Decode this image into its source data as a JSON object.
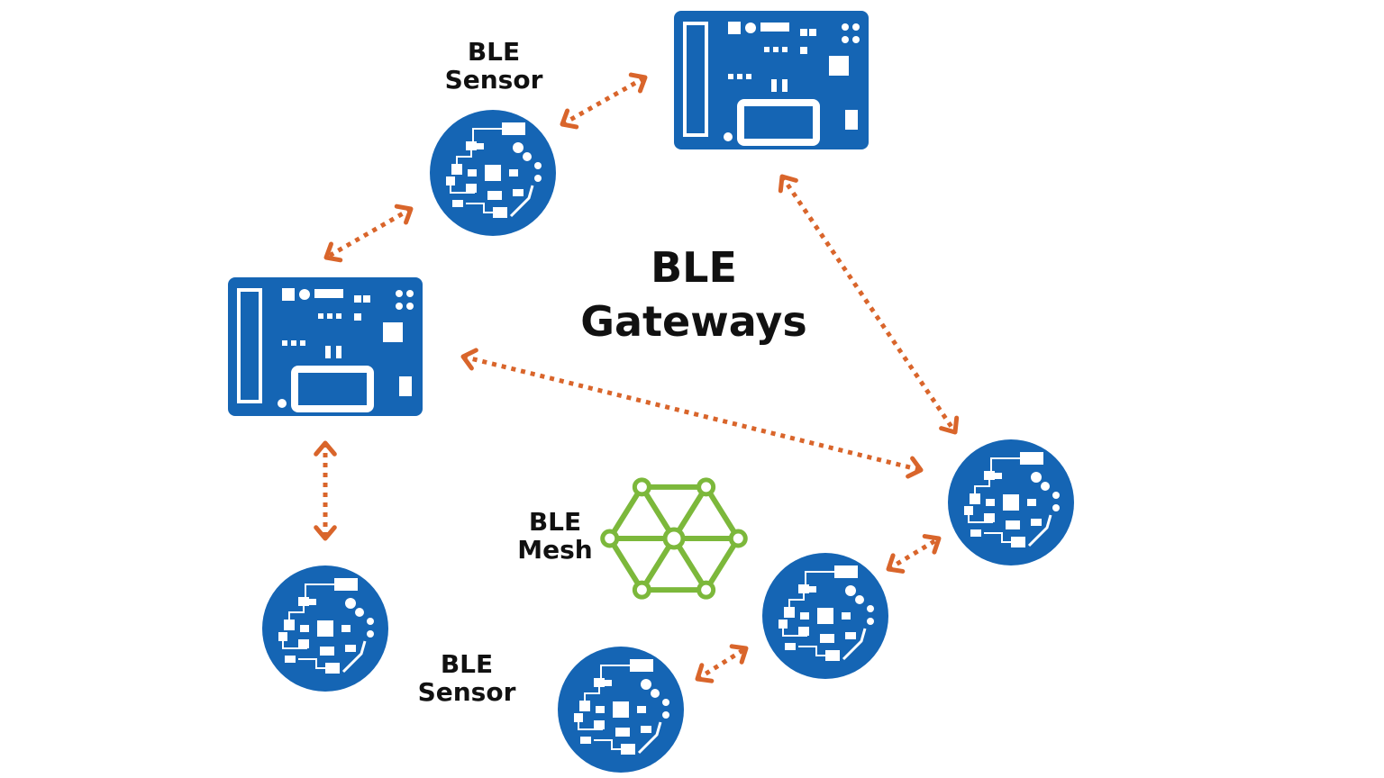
{
  "title": {
    "line1": "BLE",
    "line2": "Gateways"
  },
  "labels": {
    "sensor_top": {
      "line1": "BLE",
      "line2": "Sensor"
    },
    "sensor_bottom": {
      "line1": "BLE",
      "line2": "Sensor"
    },
    "mesh": {
      "line1": "BLE",
      "line2": "Mesh"
    }
  },
  "colors": {
    "board": "#1565b4",
    "arrow": "#d9652b",
    "mesh": "#7cb83b",
    "text": "#111111"
  },
  "nodes": [
    {
      "id": "gateway-top",
      "type": "gateway"
    },
    {
      "id": "gateway-left",
      "type": "gateway"
    },
    {
      "id": "sensor-top",
      "type": "sensor"
    },
    {
      "id": "sensor-right",
      "type": "sensor"
    },
    {
      "id": "sensor-mid",
      "type": "sensor"
    },
    {
      "id": "sensor-bottom",
      "type": "sensor"
    },
    {
      "id": "sensor-left",
      "type": "sensor"
    }
  ],
  "links": [
    {
      "from": "sensor-top",
      "to": "gateway-top"
    },
    {
      "from": "sensor-top",
      "to": "gateway-left"
    },
    {
      "from": "gateway-top",
      "to": "sensor-right"
    },
    {
      "from": "gateway-left",
      "to": "sensor-right"
    },
    {
      "from": "gateway-left",
      "to": "sensor-left"
    },
    {
      "from": "sensor-mid",
      "to": "sensor-right"
    },
    {
      "from": "sensor-bottom",
      "to": "sensor-mid"
    }
  ]
}
